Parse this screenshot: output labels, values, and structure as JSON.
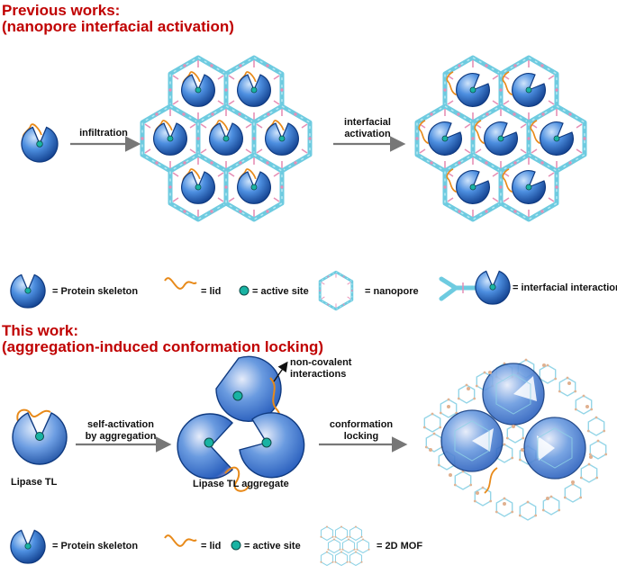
{
  "header_previous": {
    "line1": "Previous works:",
    "line2": "(nanopore interfacial activation)"
  },
  "header_current": {
    "line1": "This work:",
    "line2": "(aggregation-induced conformation locking)"
  },
  "previous_flow": {
    "step1_label": "infiltration",
    "step2_label_line1": "interfacial",
    "step2_label_line2": "activation"
  },
  "previous_legend": {
    "protein": "= Protein skeleton",
    "lid": "= lid",
    "active_site": "= active site",
    "nanopore": "= nanopore",
    "interfacial": "= interfacial interaction"
  },
  "current_flow": {
    "lipase_label": "Lipase TL",
    "step1_line1": "self-activation",
    "step1_line2": "by aggregation",
    "aggregate_label": "Lipase TL aggregate",
    "noncovalent_line1": "non-covalent",
    "noncovalent_line2": "interactions",
    "step2_line1": "conformation",
    "step2_line2": "locking"
  },
  "current_legend": {
    "protein": "= Protein skeleton",
    "lid": "= lid",
    "active_site": "= active site",
    "mof": "= 2D MOF"
  },
  "colors": {
    "header_red": "#c00000",
    "protein_blue": "#2a66c4",
    "protein_dark": "#0f3a80",
    "lid_orange": "#e88a1a",
    "active_teal": "#19b3a3",
    "mof_cyan": "#6ecbe0",
    "linker_pink": "#e68fb6",
    "arrow_gray": "#777777"
  }
}
